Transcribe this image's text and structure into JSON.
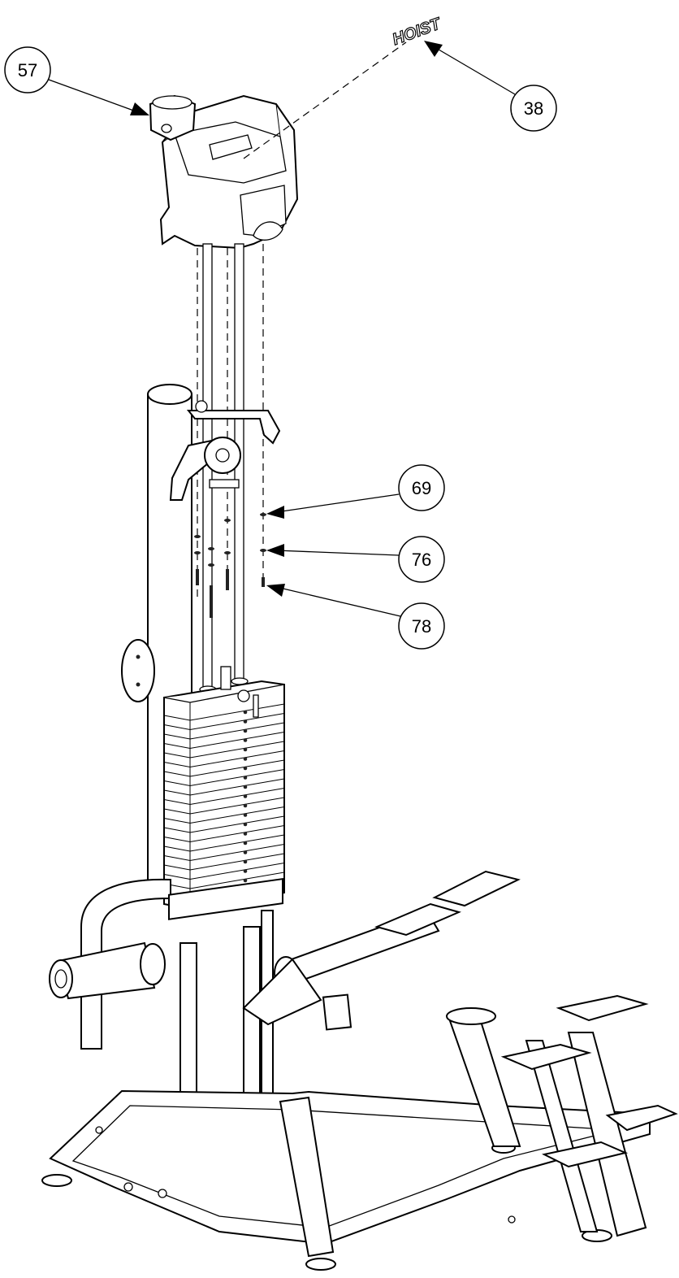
{
  "diagram": {
    "brand_logo": "HOIST",
    "callouts": [
      {
        "id": "57",
        "label": "57"
      },
      {
        "id": "38",
        "label": "38"
      },
      {
        "id": "69",
        "label": "69"
      },
      {
        "id": "76",
        "label": "76"
      },
      {
        "id": "78",
        "label": "78"
      }
    ]
  }
}
